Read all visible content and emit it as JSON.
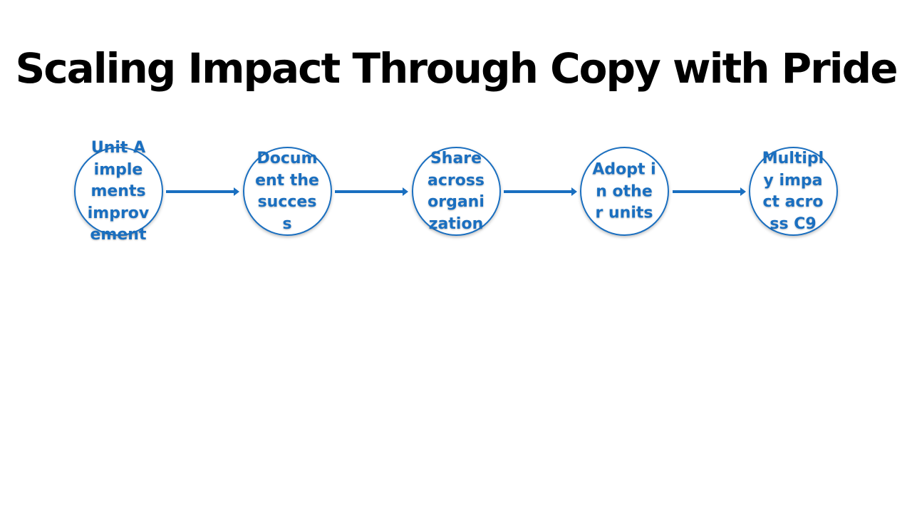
{
  "title": "Scaling Impact Through Copy with Pride",
  "colors": {
    "accent": "#1a6fc0",
    "background": "#ffffff",
    "title": "#000000"
  },
  "steps": [
    {
      "label": "Unit A implements improvement"
    },
    {
      "label": "Document the success"
    },
    {
      "label": "Share across organization"
    },
    {
      "label": "Adopt in other units"
    },
    {
      "label": "Multiply impact across C9"
    }
  ]
}
